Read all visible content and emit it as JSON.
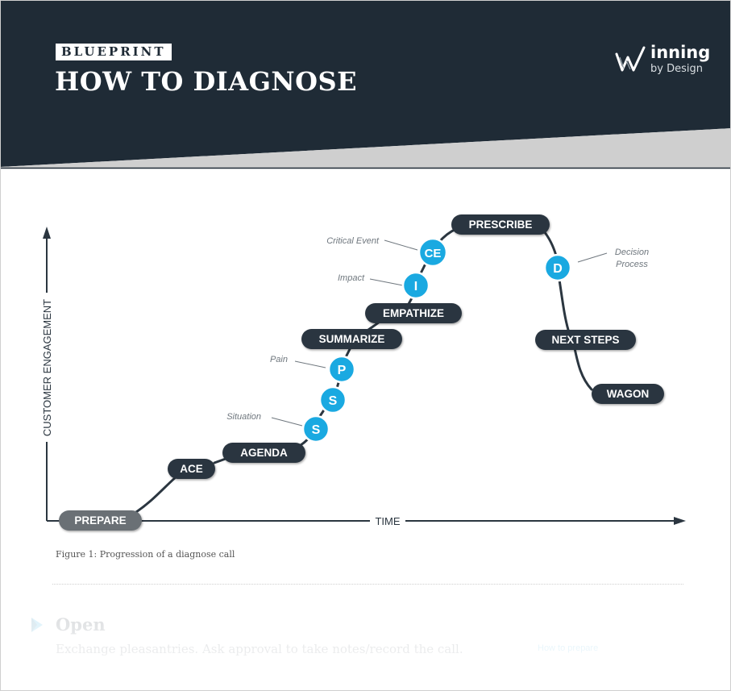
{
  "header": {
    "tag": "BLUEPRINT",
    "title": "HOW TO DIAGNOSE",
    "brand": {
      "name": "inning",
      "subtitle": "by Design"
    },
    "colors": {
      "navy": "#1f2b36",
      "band_gray": "#cfcfcf",
      "accent_blue": "#1aa9e1"
    }
  },
  "diagram": {
    "y_axis_label": "CUSTOMER ENGAGEMENT",
    "x_axis_label": "TIME",
    "stages": [
      {
        "id": "prepare",
        "label": "PREPARE",
        "style": "gray"
      },
      {
        "id": "ace",
        "label": "ACE",
        "style": "dark"
      },
      {
        "id": "agenda",
        "label": "AGENDA",
        "style": "dark"
      },
      {
        "id": "summarize",
        "label": "SUMMARIZE",
        "style": "dark"
      },
      {
        "id": "empathize",
        "label": "EMPATHIZE",
        "style": "dark"
      },
      {
        "id": "prescribe",
        "label": "PRESCRIBE",
        "style": "dark"
      },
      {
        "id": "next-steps",
        "label": "NEXT STEPS",
        "style": "dark"
      },
      {
        "id": "wagon",
        "label": "WAGON",
        "style": "dark"
      }
    ],
    "checkpoints": [
      {
        "id": "situation",
        "letter": "S",
        "annotation": "Situation"
      },
      {
        "id": "s2",
        "letter": "S",
        "annotation": ""
      },
      {
        "id": "pain",
        "letter": "P",
        "annotation": "Pain"
      },
      {
        "id": "impact",
        "letter": "I",
        "annotation": "Impact"
      },
      {
        "id": "critical-event",
        "letter": "CE",
        "annotation": "Critical Event"
      },
      {
        "id": "decision-process",
        "letter": "D",
        "annotation_line1": "Decision",
        "annotation_line2": "Process"
      }
    ],
    "caption": "Figure 1: Progression of a diagnose call"
  },
  "section": {
    "heading": "Open",
    "body": "Exchange pleasantries. Ask approval to take notes/record the call.",
    "link": "How to prepare"
  }
}
